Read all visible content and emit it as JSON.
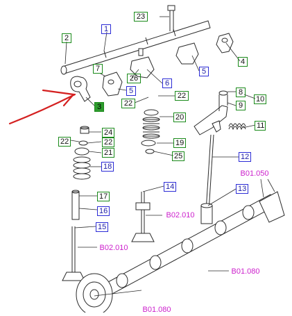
{
  "callouts": {
    "c1": "1",
    "c2": "2",
    "c3": "3",
    "c4": "4",
    "c5a": "5",
    "c5b": "5",
    "c6": "6",
    "c7": "7",
    "c8": "8",
    "c9": "9",
    "c10": "10",
    "c11": "11",
    "c12": "12",
    "c13": "13",
    "c14": "14",
    "c15": "15",
    "c16": "16",
    "c17": "17",
    "c18": "18",
    "c19": "19",
    "c20": "20",
    "c21": "21",
    "c22a": "22",
    "c22b": "22",
    "c22c": "22",
    "c22d": "22",
    "c23": "23",
    "c24": "24",
    "c25": "25",
    "c26": "26"
  },
  "refs": {
    "r1": "B01.050",
    "r2": "B02.010",
    "r3": "B02.010",
    "r4": "B01.080",
    "r5": "B01.080"
  },
  "colors": {
    "line": "#2a2a2a",
    "blue_box": "#2b2bd6",
    "green_box": "#1a8a1a",
    "highlight": "#2e9b2e",
    "ref_text": "#cc1fcc",
    "arrow": "#d42020"
  }
}
